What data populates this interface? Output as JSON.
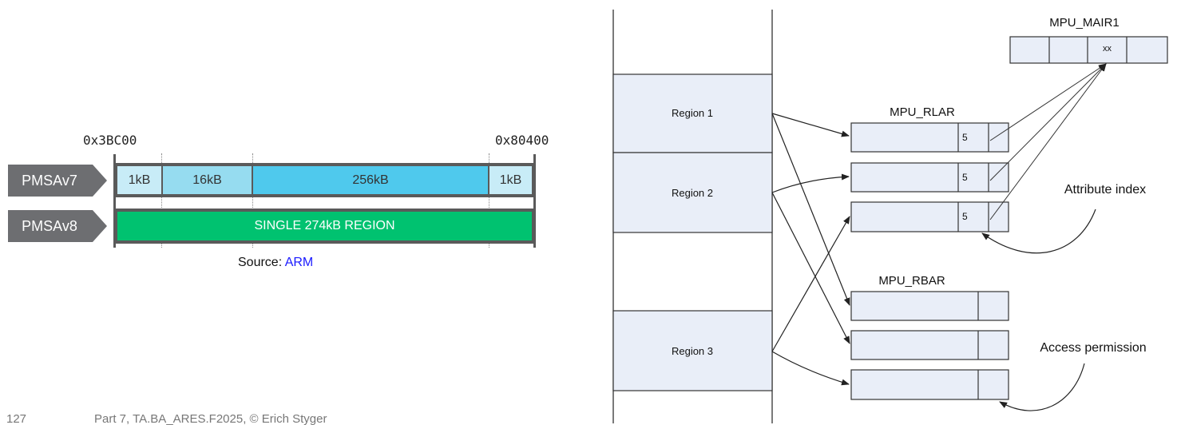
{
  "left": {
    "addr_start": "0x3BC00",
    "addr_end": "0x80400",
    "rows": [
      {
        "label": "PMSAv7",
        "segments": [
          "1kB",
          "16kB",
          "256kB",
          "1kB"
        ]
      },
      {
        "label": "PMSAv8",
        "segments": [
          "SINGLE 274kB REGION"
        ]
      }
    ],
    "source_prefix": "Source:",
    "source_link": "ARM",
    "colors": {
      "tag": "#6d6e71",
      "seg_light": "#c8ecf7",
      "seg_mid": "#96dcf0",
      "seg_big": "#4fc9ed",
      "v8_green": "#00c270",
      "link": "#1a1aff"
    }
  },
  "footer": {
    "page": "127",
    "text": "Part 7, TA.BA_ARES.F2025, © Erich Styger"
  },
  "right": {
    "regions": [
      "Region 1",
      "Region 2",
      "Region 3"
    ],
    "mair_title": "MPU_MAIR1",
    "mair_value": "xx",
    "rlar_title": "MPU_RLAR",
    "rlar_values": [
      "5",
      "5",
      "5"
    ],
    "rbar_title": "MPU_RBAR",
    "attr_label": "Attribute index",
    "access_label": "Access permission",
    "colors": {
      "box_fill": "#e9eef8",
      "stroke": "#333333"
    }
  }
}
